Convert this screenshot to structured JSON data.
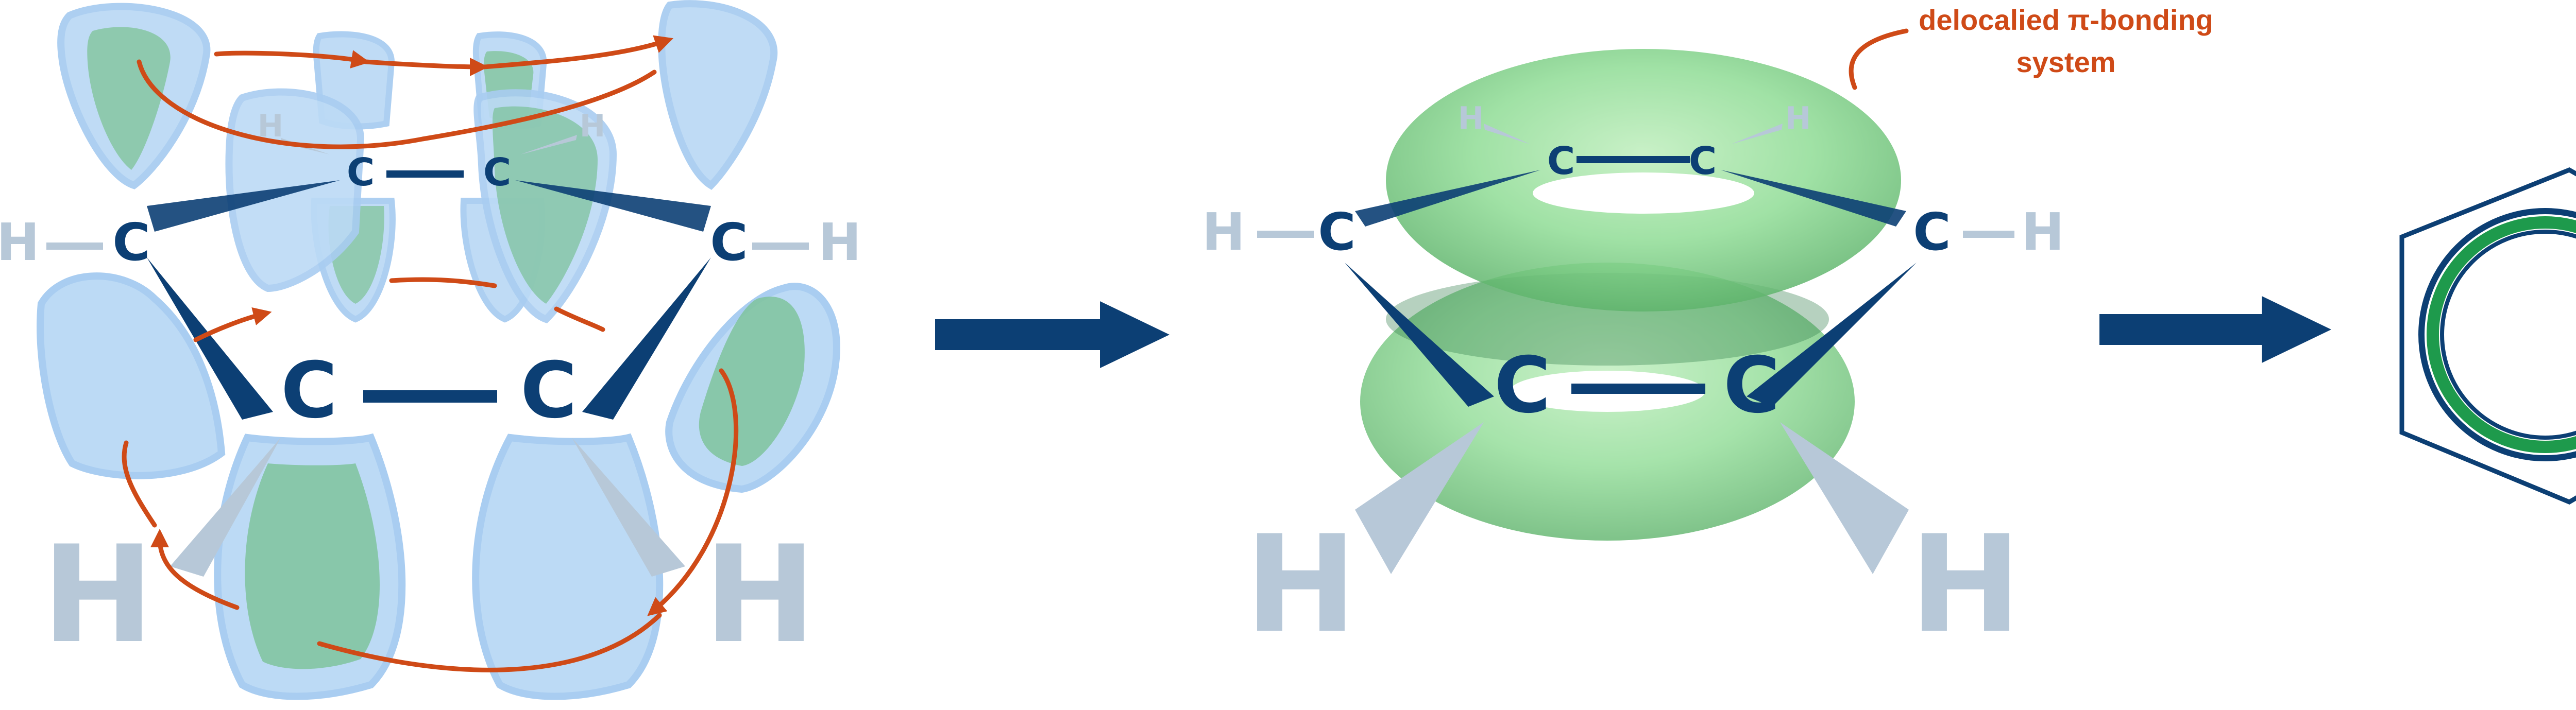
{
  "atoms": {
    "carbon": "C",
    "hydrogen": "H"
  },
  "annotation": {
    "line1": "delocalied π-bonding",
    "line2": "system"
  },
  "colors": {
    "bond": "#0c3f74",
    "hydrogen": "#b7c8d8",
    "p_orbital": "#bcdaf5",
    "p_orbital_edge": "#a9cdf1",
    "phase": "#7fc39c",
    "pi_ring": "#8fdc95",
    "electron_flow": "#cf4a17",
    "ring_inner": "#1e9a4c"
  },
  "icons": [
    "p-orbital-lobe",
    "electron-flow-arrow",
    "reaction-arrow",
    "pi-cloud-torus",
    "benzene-hexagon"
  ]
}
